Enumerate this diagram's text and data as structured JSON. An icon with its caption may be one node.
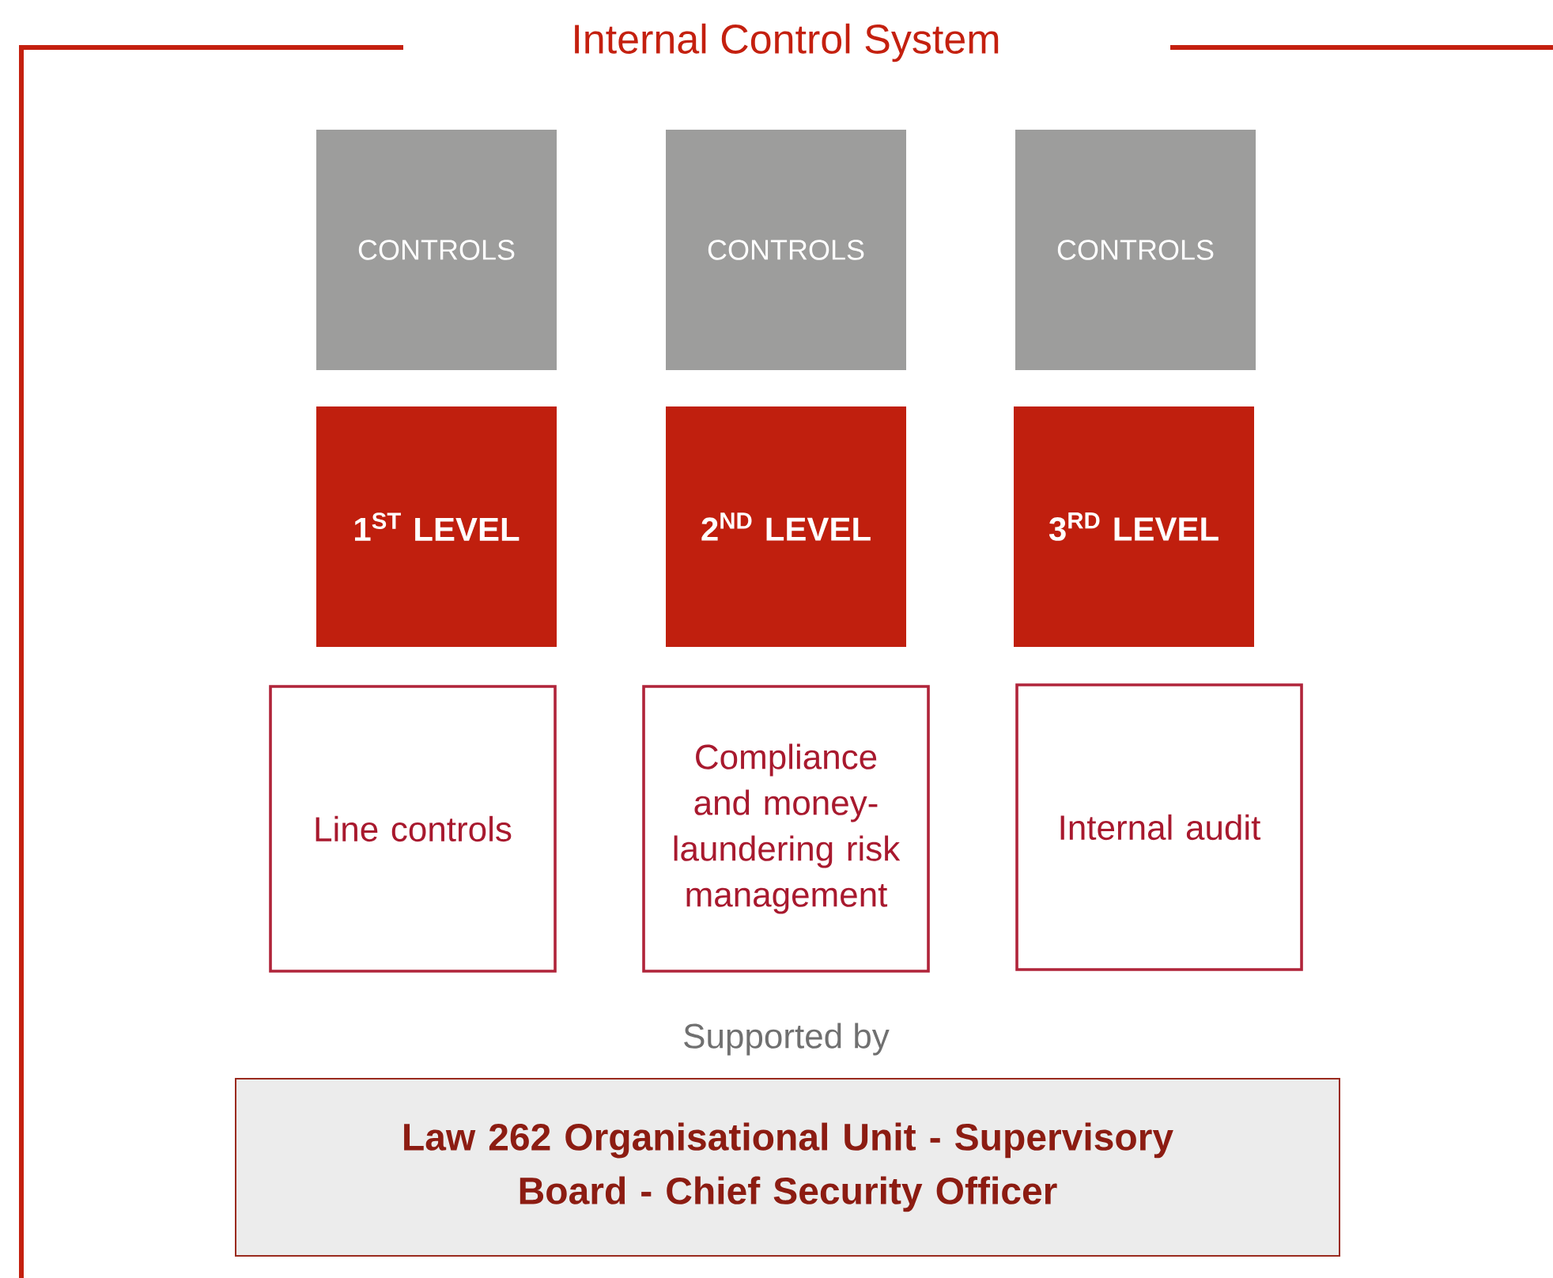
{
  "diagram": {
    "nodes": [
      {
        "text": [
          "Internal Control System"
        ]
      },
      {
        "text": [
          "CONTROLS"
        ],
        "in": 0
      },
      {
        "text": [
          "CONTROLS"
        ],
        "in": 0
      },
      {
        "text": [
          "CONTROLS"
        ],
        "in": 0
      },
      {
        "text": [
          "1$^{ST}$ LEVEL"
        ],
        "in": 0
      },
      {
        "text": [
          "2$^{ND}$ LEVEL"
        ],
        "in": 0
      },
      {
        "text": [
          "3$^{RD}$ LEVEL"
        ],
        "in": 0
      },
      {
        "text": [
          "Line controls"
        ],
        "in": 0
      },
      {
        "text": [
          "Compliance and money-laundering risk management"
        ],
        "in": 0
      },
      {
        "text": [
          "Internal audit"
        ],
        "in": 0
      },
      {
        "text": [
          "Law 262 Organisational Unit - Supervisory Board - Chief Security Officer"
        ],
        "in": 0
      }
    ],
    "edges": [],
    "labels": [
      "Supported by"
    ]
  }
}
